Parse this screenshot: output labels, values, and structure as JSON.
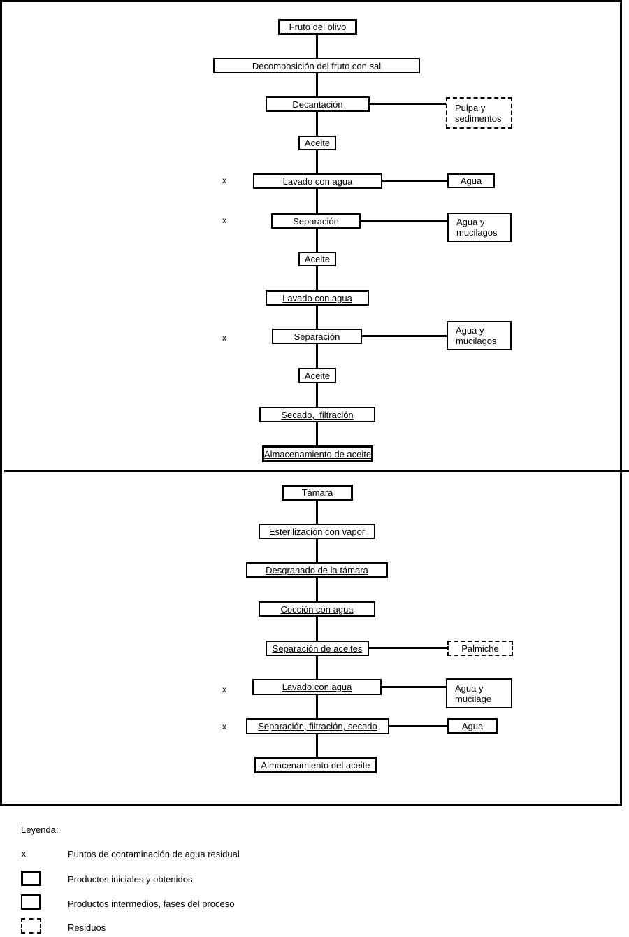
{
  "colors": {
    "ink": "#000000",
    "paper": "#ffffff"
  },
  "marker": "x",
  "olive": {
    "steps": [
      {
        "label": "Fruto del olivo",
        "type": "initial-product"
      },
      {
        "label": "Decomposición del fruto con sal",
        "type": "process"
      },
      {
        "label": "Decantación",
        "type": "process"
      },
      {
        "label": "Aceite",
        "type": "intermediate"
      },
      {
        "label": "Lavado con agua",
        "type": "process",
        "marker": "x"
      },
      {
        "label": "Separación",
        "type": "process",
        "marker": "x"
      },
      {
        "label": "Aceite",
        "type": "intermediate"
      },
      {
        "label": "Lavado con agua",
        "type": "process"
      },
      {
        "label": "Separación",
        "type": "process",
        "marker": "x"
      },
      {
        "label": "Aceite",
        "type": "intermediate"
      },
      {
        "label": "Secado,  filtración",
        "type": "process"
      },
      {
        "label": "Almacenamiento de aceite",
        "type": "final-product"
      }
    ],
    "outputs": [
      {
        "label": "Pulpa y\nsedimentos",
        "type": "residue",
        "from": "Decantación"
      },
      {
        "label": "Agua",
        "type": "output",
        "from": "Lavado con agua"
      },
      {
        "label": "Agua y\nmucilagos",
        "type": "output",
        "from": "Separación"
      },
      {
        "label": "Agua y\nmucilagos",
        "type": "output",
        "from": "Separación"
      }
    ]
  },
  "date": {
    "steps": [
      {
        "label": "Támara",
        "type": "initial-product"
      },
      {
        "label": "Esterilización con vapor",
        "type": "process"
      },
      {
        "label": "Desgranado de la támara",
        "type": "process"
      },
      {
        "label": "Cocción con agua",
        "type": "process"
      },
      {
        "label": "Separación de aceites",
        "type": "process"
      },
      {
        "label": "Lavado con agua",
        "type": "process",
        "marker": "x"
      },
      {
        "label": "Separación, filtración, secado",
        "type": "process",
        "marker": "x"
      },
      {
        "label": "Almacenamiento del aceite",
        "type": "final-product"
      }
    ],
    "outputs": [
      {
        "label": "Palmiche",
        "type": "residue",
        "from": "Separación de aceites"
      },
      {
        "label": "Agua y\nmucilage",
        "type": "output",
        "from": "Lavado con agua"
      },
      {
        "label": "Agua",
        "type": "output",
        "from": "Separación, filtración, secado"
      }
    ]
  },
  "legend": {
    "title": "Leyenda:",
    "items": [
      {
        "symbol": "x",
        "label": "Puntos de contaminación de agua residual"
      },
      {
        "symbol": "thick-box",
        "label": "Productos iniciales y obtenidos"
      },
      {
        "symbol": "thin-box",
        "label": "Productos intermedios, fases del proceso"
      },
      {
        "symbol": "dashed-box",
        "label": "Residuos"
      }
    ]
  }
}
